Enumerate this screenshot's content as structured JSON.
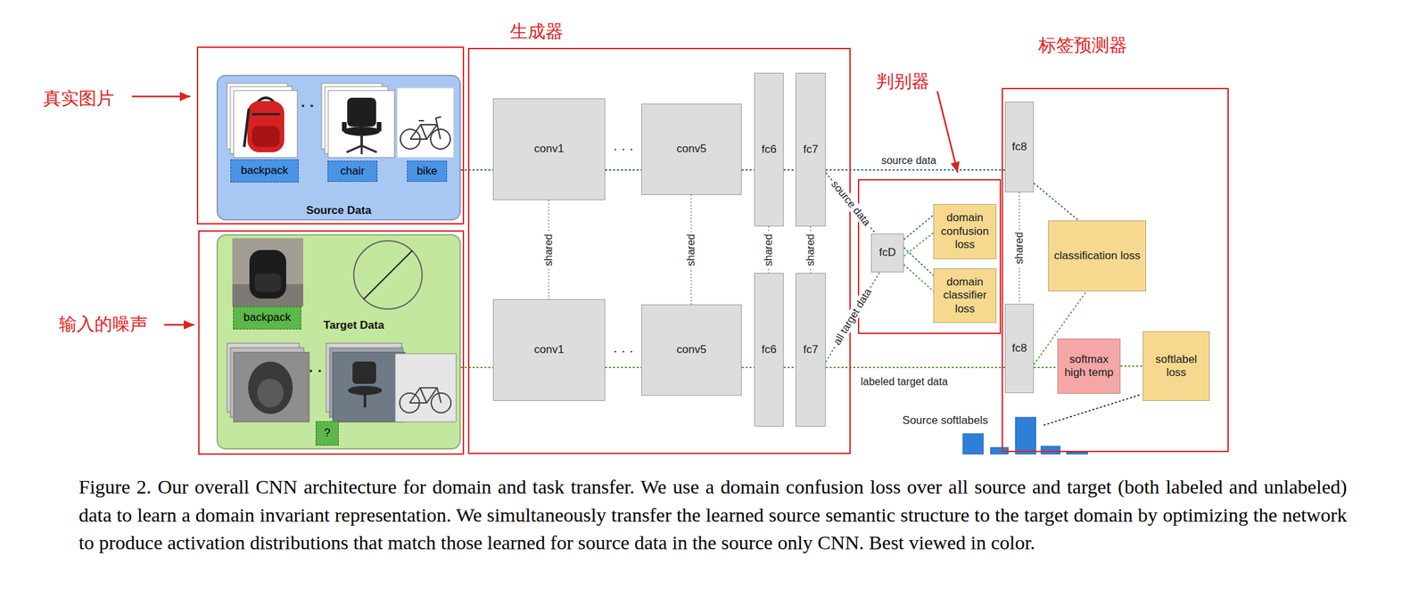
{
  "diagram": {
    "caption": "Figure 2. Our overall CNN architecture for domain and task transfer. We use a domain confusion loss over all source and target (both labeled and unlabeled) data to learn a domain invariant representation. We simultaneously transfer the learned source semantic structure to the target domain by optimizing the network to produce activation distributions that match those learned for source data in the source only CNN. Best viewed in color.",
    "nodes": [
      {
        "text": [
          "真实图片"
        ]
      },
      {
        "text": [
          "Source Data"
        ],
        "in": 0
      },
      {
        "text": [
          "backpack"
        ],
        "in": 1
      },
      {
        "text": [
          "chair"
        ],
        "in": 1
      },
      {
        "text": [
          "bike"
        ],
        "in": 1
      },
      {
        "text": [
          "输入的噪声"
        ]
      },
      {
        "text": [
          "Target Data"
        ],
        "in": 5
      },
      {
        "text": [
          "backpack"
        ],
        "in": 6
      },
      {
        "text": [
          "?"
        ],
        "in": 6
      },
      {
        "text": [
          "生成器"
        ]
      },
      {
        "text": [
          "conv1"
        ],
        "in": 9
      },
      {
        "text": [
          "conv5"
        ],
        "in": 9
      },
      {
        "text": [
          "fc6"
        ],
        "in": 9
      },
      {
        "text": [
          "fc7"
        ],
        "in": 9
      },
      {
        "text": [
          "conv1"
        ],
        "in": 9
      },
      {
        "text": [
          "conv5"
        ],
        "in": 9
      },
      {
        "text": [
          "fc6"
        ],
        "in": 9
      },
      {
        "text": [
          "fc7"
        ],
        "in": 9
      },
      {
        "text": [
          "判别器"
        ]
      },
      {
        "text": [
          "fcD"
        ],
        "in": 18
      },
      {
        "text": [
          "domain confusion loss"
        ],
        "in": 18
      },
      {
        "text": [
          "domain classifier loss"
        ],
        "in": 18
      },
      {
        "text": [
          "标签预测器"
        ]
      },
      {
        "text": [
          "fc8"
        ],
        "in": 22
      },
      {
        "text": [
          "fc8"
        ],
        "in": 22
      },
      {
        "text": [
          "classification loss"
        ],
        "in": 22
      },
      {
        "text": [
          "softmax high temp"
        ],
        "in": 22
      },
      {
        "text": [
          "softlabel loss"
        ],
        "in": 22
      }
    ],
    "edges": [
      {
        "from": 1,
        "to": 10,
        "arrow": "none"
      },
      {
        "from": 10,
        "to": 11,
        "arrow": "none",
        "label": "· · ·"
      },
      {
        "from": 11,
        "to": 12,
        "arrow": "none"
      },
      {
        "from": 12,
        "to": 13,
        "arrow": "none"
      },
      {
        "from": 13,
        "to": 23,
        "arrow": "none",
        "label": "source data"
      },
      {
        "from": 13,
        "to": 19,
        "arrow": "none",
        "label": "source data"
      },
      {
        "from": 19,
        "to": 20,
        "arrow": "none"
      },
      {
        "from": 19,
        "to": 21,
        "arrow": "none"
      },
      {
        "from": 23,
        "to": 25,
        "arrow": "none"
      },
      {
        "from": 6,
        "to": 14,
        "arrow": "none"
      },
      {
        "from": 14,
        "to": 15,
        "arrow": "none",
        "label": "· · ·"
      },
      {
        "from": 15,
        "to": 16,
        "arrow": "none"
      },
      {
        "from": 16,
        "to": 17,
        "arrow": "none"
      },
      {
        "from": 17,
        "to": 24,
        "arrow": "none",
        "label": "labeled target data"
      },
      {
        "from": 17,
        "to": 19,
        "arrow": "none",
        "label": "all target data"
      },
      {
        "from": 19,
        "to": 20,
        "arrow": "none"
      },
      {
        "from": 19,
        "to": 21,
        "arrow": "none"
      },
      {
        "from": 24,
        "to": 25,
        "arrow": "none"
      },
      {
        "from": 24,
        "to": 26,
        "arrow": "none"
      },
      {
        "from": 26,
        "to": 27,
        "arrow": "none"
      },
      {
        "from": 10,
        "to": 14,
        "arrow": "none",
        "label": "shared"
      },
      {
        "from": 11,
        "to": 15,
        "arrow": "none",
        "label": "shared"
      },
      {
        "from": 12,
        "to": 16,
        "arrow": "none",
        "label": "shared"
      },
      {
        "from": 13,
        "to": 17,
        "arrow": "none",
        "label": "shared"
      },
      {
        "from": 23,
        "to": 24,
        "arrow": "none",
        "label": "shared"
      }
    ],
    "labels": [
      "· ·",
      "· ·",
      "Source softlabels"
    ]
  }
}
